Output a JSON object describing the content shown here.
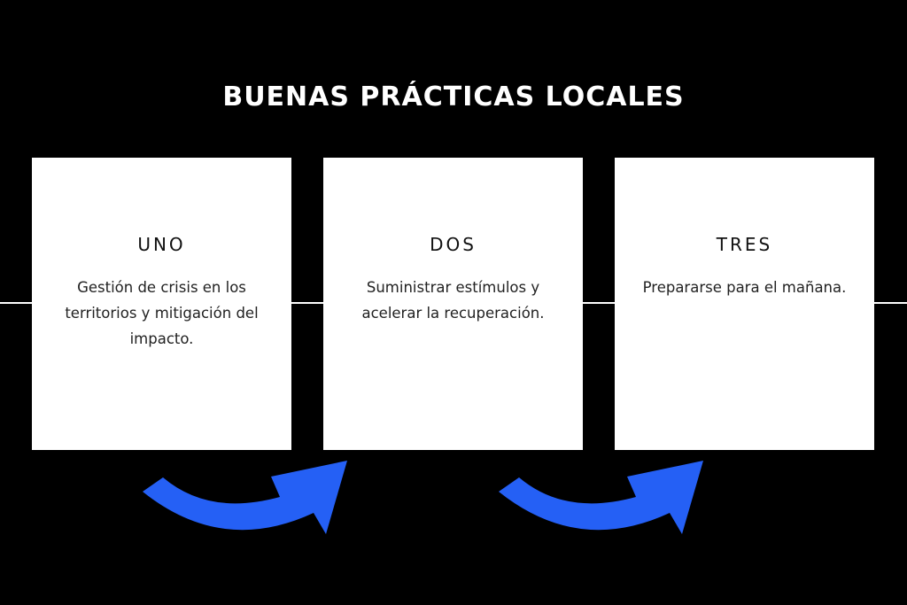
{
  "title": "BUENAS PRÁCTICAS LOCALES",
  "colors": {
    "background": "#000000",
    "card": "#ffffff",
    "arrow": "#2560f5"
  },
  "cards": [
    {
      "heading": "UNO",
      "text": "Gestión de crisis en los territorios y mitigación del impacto."
    },
    {
      "heading": "DOS",
      "text": "Suministrar estímulos y acelerar la recuperación."
    },
    {
      "heading": "TRES",
      "text": "Prepararse para el mañana."
    }
  ],
  "arrows": [
    {
      "icon": "curved-arrow-right-icon"
    },
    {
      "icon": "curved-arrow-right-icon"
    }
  ]
}
